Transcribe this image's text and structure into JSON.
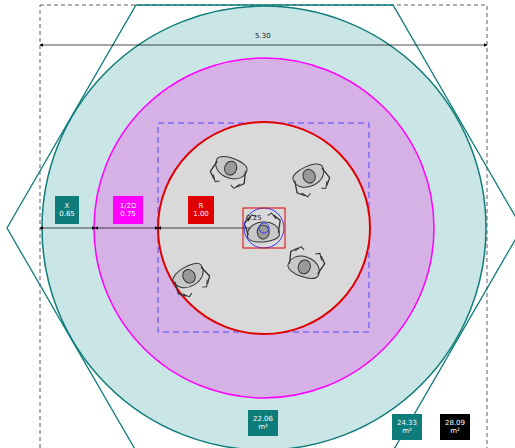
{
  "diagram": {
    "nodes": [
      {
        "text": [
          "X",
          "0.65"
        ]
      },
      {
        "text": [
          "1/2D",
          "0.75"
        ]
      },
      {
        "text": [
          "R",
          "1.00"
        ]
      },
      {
        "text": [
          "22.06 m²"
        ]
      },
      {
        "text": [
          "24.33 m²"
        ]
      },
      {
        "text": [
          "28.09 m²"
        ]
      }
    ],
    "labels": [
      "5.30",
      "0.25"
    ]
  }
}
